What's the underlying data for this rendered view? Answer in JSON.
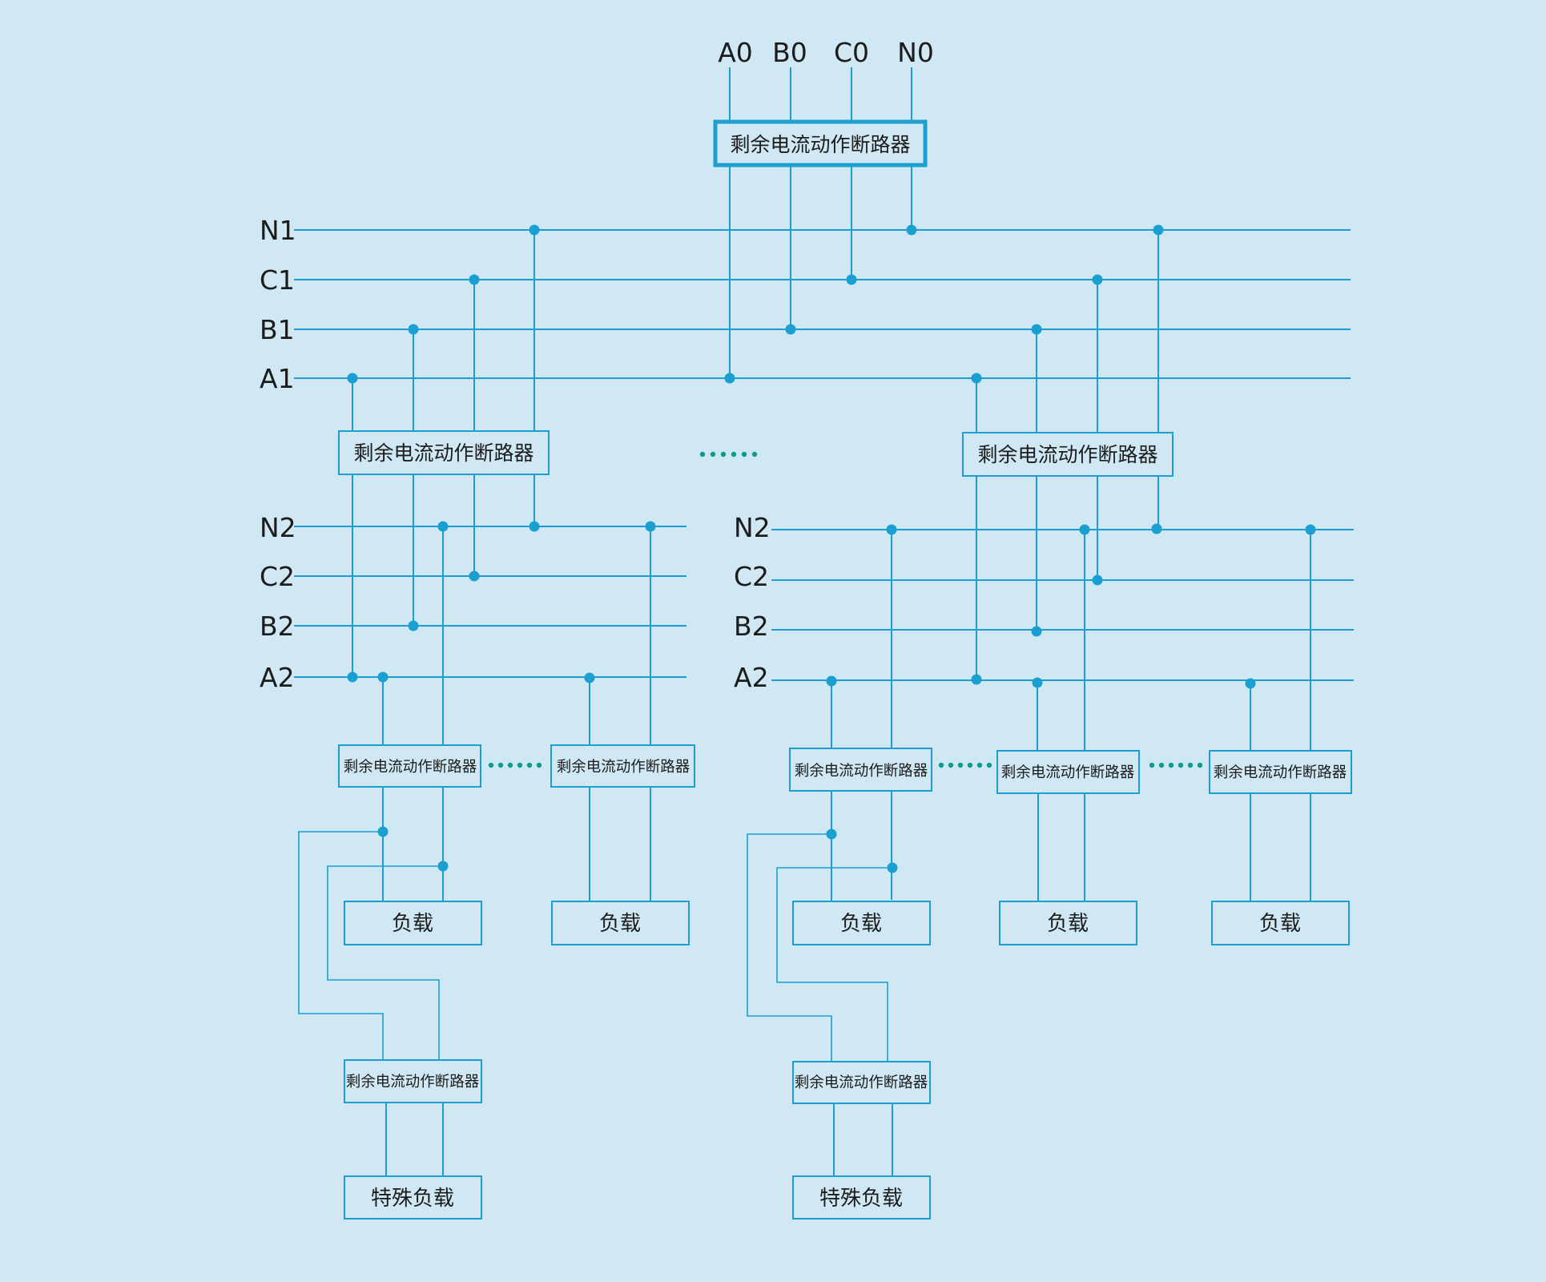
{
  "source_labels": [
    "A0",
    "B0",
    "C0",
    "N0"
  ],
  "bus_group_1": [
    "N1",
    "C1",
    "B1",
    "A1"
  ],
  "bus_group_2_left": [
    "N2",
    "C2",
    "B2",
    "A2"
  ],
  "bus_group_2_right": [
    "N2",
    "C2",
    "B2",
    "A2"
  ],
  "breaker_label": "剩余电流动作断路器",
  "load_label": "负载",
  "special_load_label": "特殊负载",
  "colors": {
    "background": "#cfe8f4",
    "wire": "#1a9fd0",
    "ellipsis": "#0f9a8e"
  }
}
